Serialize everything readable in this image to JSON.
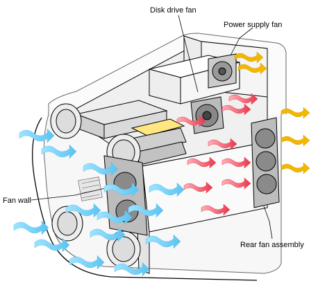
{
  "labels": {
    "disk_drive_fan": "Disk drive fan",
    "power_supply_fan": "Power supply fan",
    "fan_wall": "Fan wall",
    "rear_fan_assembly": "Rear fan assembly"
  },
  "colors": {
    "intake_air": "#7fd4f5",
    "heated_air": "#f06070",
    "exhaust_air": "#f2b800",
    "outline": "#000000",
    "chassis_fill": "#f4f4f4"
  }
}
